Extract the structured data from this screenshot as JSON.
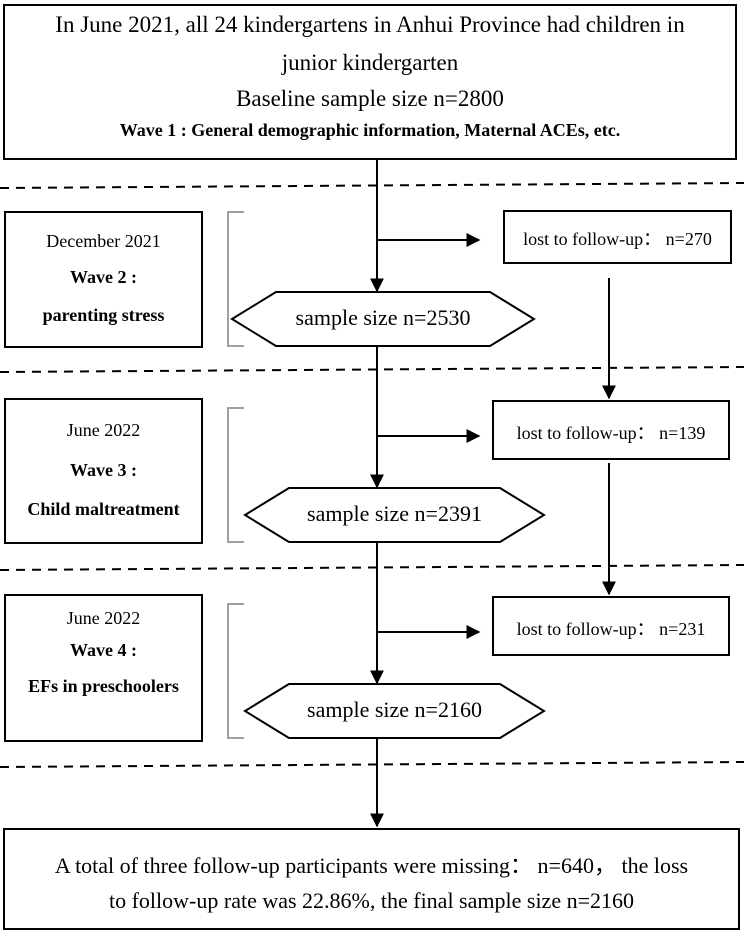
{
  "baseline": {
    "line1": "In June 2021, all 24 kindergartens in Anhui Province had children in",
    "line2": "junior kindergarten",
    "line3": "Baseline sample size n=2800",
    "line4": "Wave 1 : General demographic information, Maternal ACEs, etc."
  },
  "waves": [
    {
      "date": "December 2021",
      "wave": "Wave 2 :",
      "topic": "parenting stress",
      "sample": "sample size n=2530",
      "lost": "lost to follow-up： n=270"
    },
    {
      "date": "June 2022",
      "wave": "Wave 3 :",
      "topic": "Child maltreatment",
      "sample": "sample size n=2391",
      "lost": "lost to follow-up： n=139"
    },
    {
      "date": "June 2022",
      "wave": "Wave 4 :",
      "topic": "EFs in preschoolers",
      "sample": "sample size n=2160",
      "lost": "lost to follow-up： n=231"
    }
  ],
  "final": {
    "line1": "A total of three follow-up participants were missing： n=640， the loss",
    "line2": "to follow-up rate was 22.86%, the final sample size n=2160"
  }
}
